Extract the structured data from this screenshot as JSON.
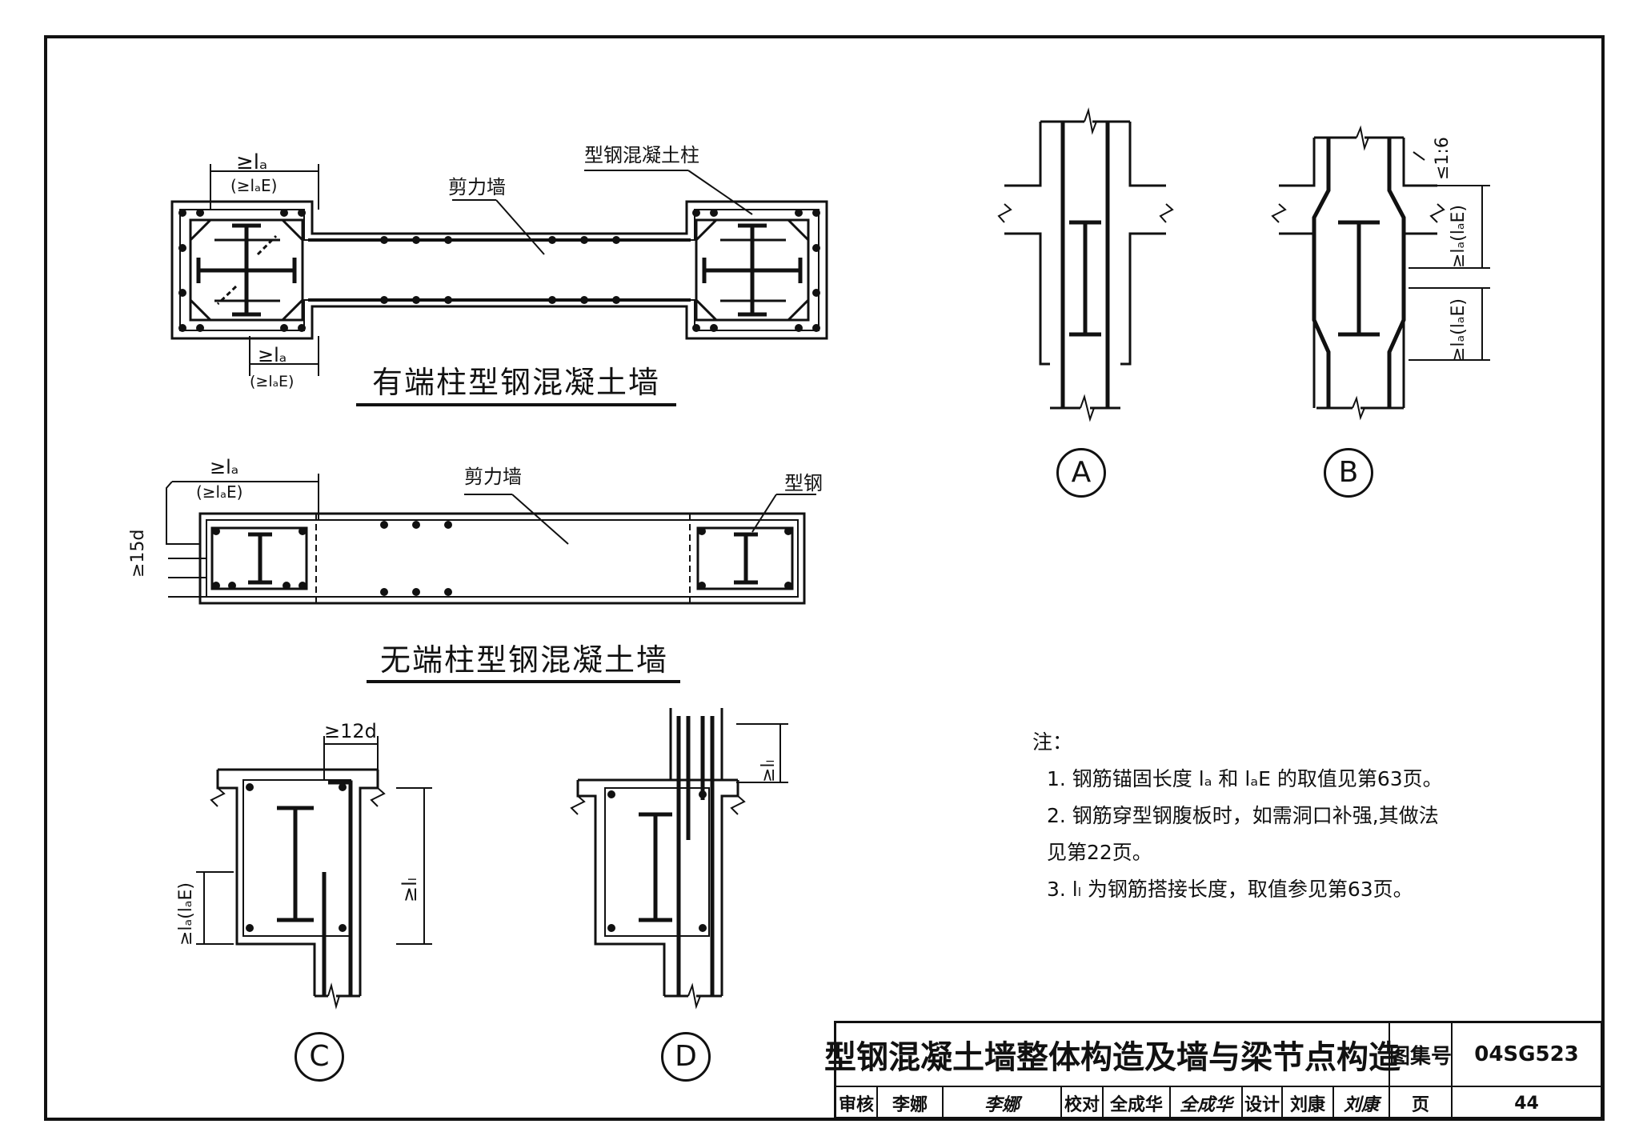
{
  "views": {
    "with_end_column": {
      "title": "有端柱型钢混凝土墙",
      "wall_label": "剪力墙",
      "column_label": "型钢混凝土柱",
      "dim_top_main": "≥lₐ",
      "dim_top_sub": "(≥lₐE)",
      "dim_bottom_main": "≥lₐ",
      "dim_bottom_sub": "(≥lₐE)"
    },
    "without_end_column": {
      "title": "无端柱型钢混凝土墙",
      "wall_label": "剪力墙",
      "steel_label": "型钢",
      "dim_top_main": "≥lₐ",
      "dim_top_sub": "(≥lₐE)",
      "dim_side": "≥15d"
    }
  },
  "details": {
    "A": {
      "label": "A"
    },
    "B": {
      "label": "B",
      "slope": "≤1:6",
      "dim1": "≥lₐ(lₐE)",
      "dim2": "≥lₐ(lₐE)"
    },
    "C": {
      "label": "C",
      "dim_top": "≥12d",
      "dim_left": "≥lₐ(lₐE)",
      "dim_right": "≥lₗ"
    },
    "D": {
      "label": "D",
      "dim_top": "≥lₗ"
    }
  },
  "notes": {
    "heading": "注：",
    "items": [
      "1.  钢筋锚固长度 lₐ 和 lₐE 的取值见第63页。",
      "2.  钢筋穿型钢腹板时，如需洞口补强,其做法",
      "     见第22页。",
      "3.  lₗ 为钢筋搭接长度，取值参见第63页。"
    ]
  },
  "title_block": {
    "drawing_title": "型钢混凝土墙整体构造及墙与梁节点构造",
    "atlas_label": "图集号",
    "atlas_no": "04SG523",
    "review_label": "审核",
    "reviewer": "李娜",
    "reviewer_sig": "李娜",
    "check_label": "校对",
    "checker": "全成华",
    "checker_sig": "全成华",
    "design_label": "设计",
    "designer": "刘康",
    "designer_sig": "刘康",
    "page_label": "页",
    "page_no": "44"
  }
}
